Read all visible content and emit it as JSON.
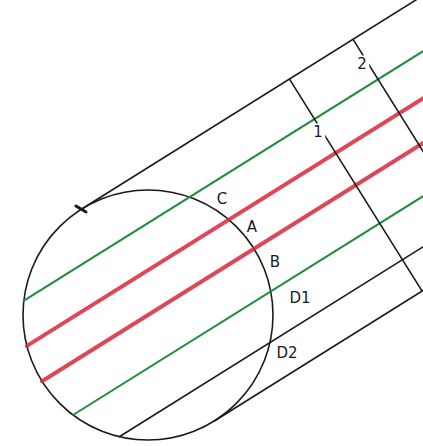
{
  "diagram": {
    "labels": [
      "C",
      "A",
      "B",
      "D1",
      "D2",
      "1",
      "2"
    ]
  }
}
